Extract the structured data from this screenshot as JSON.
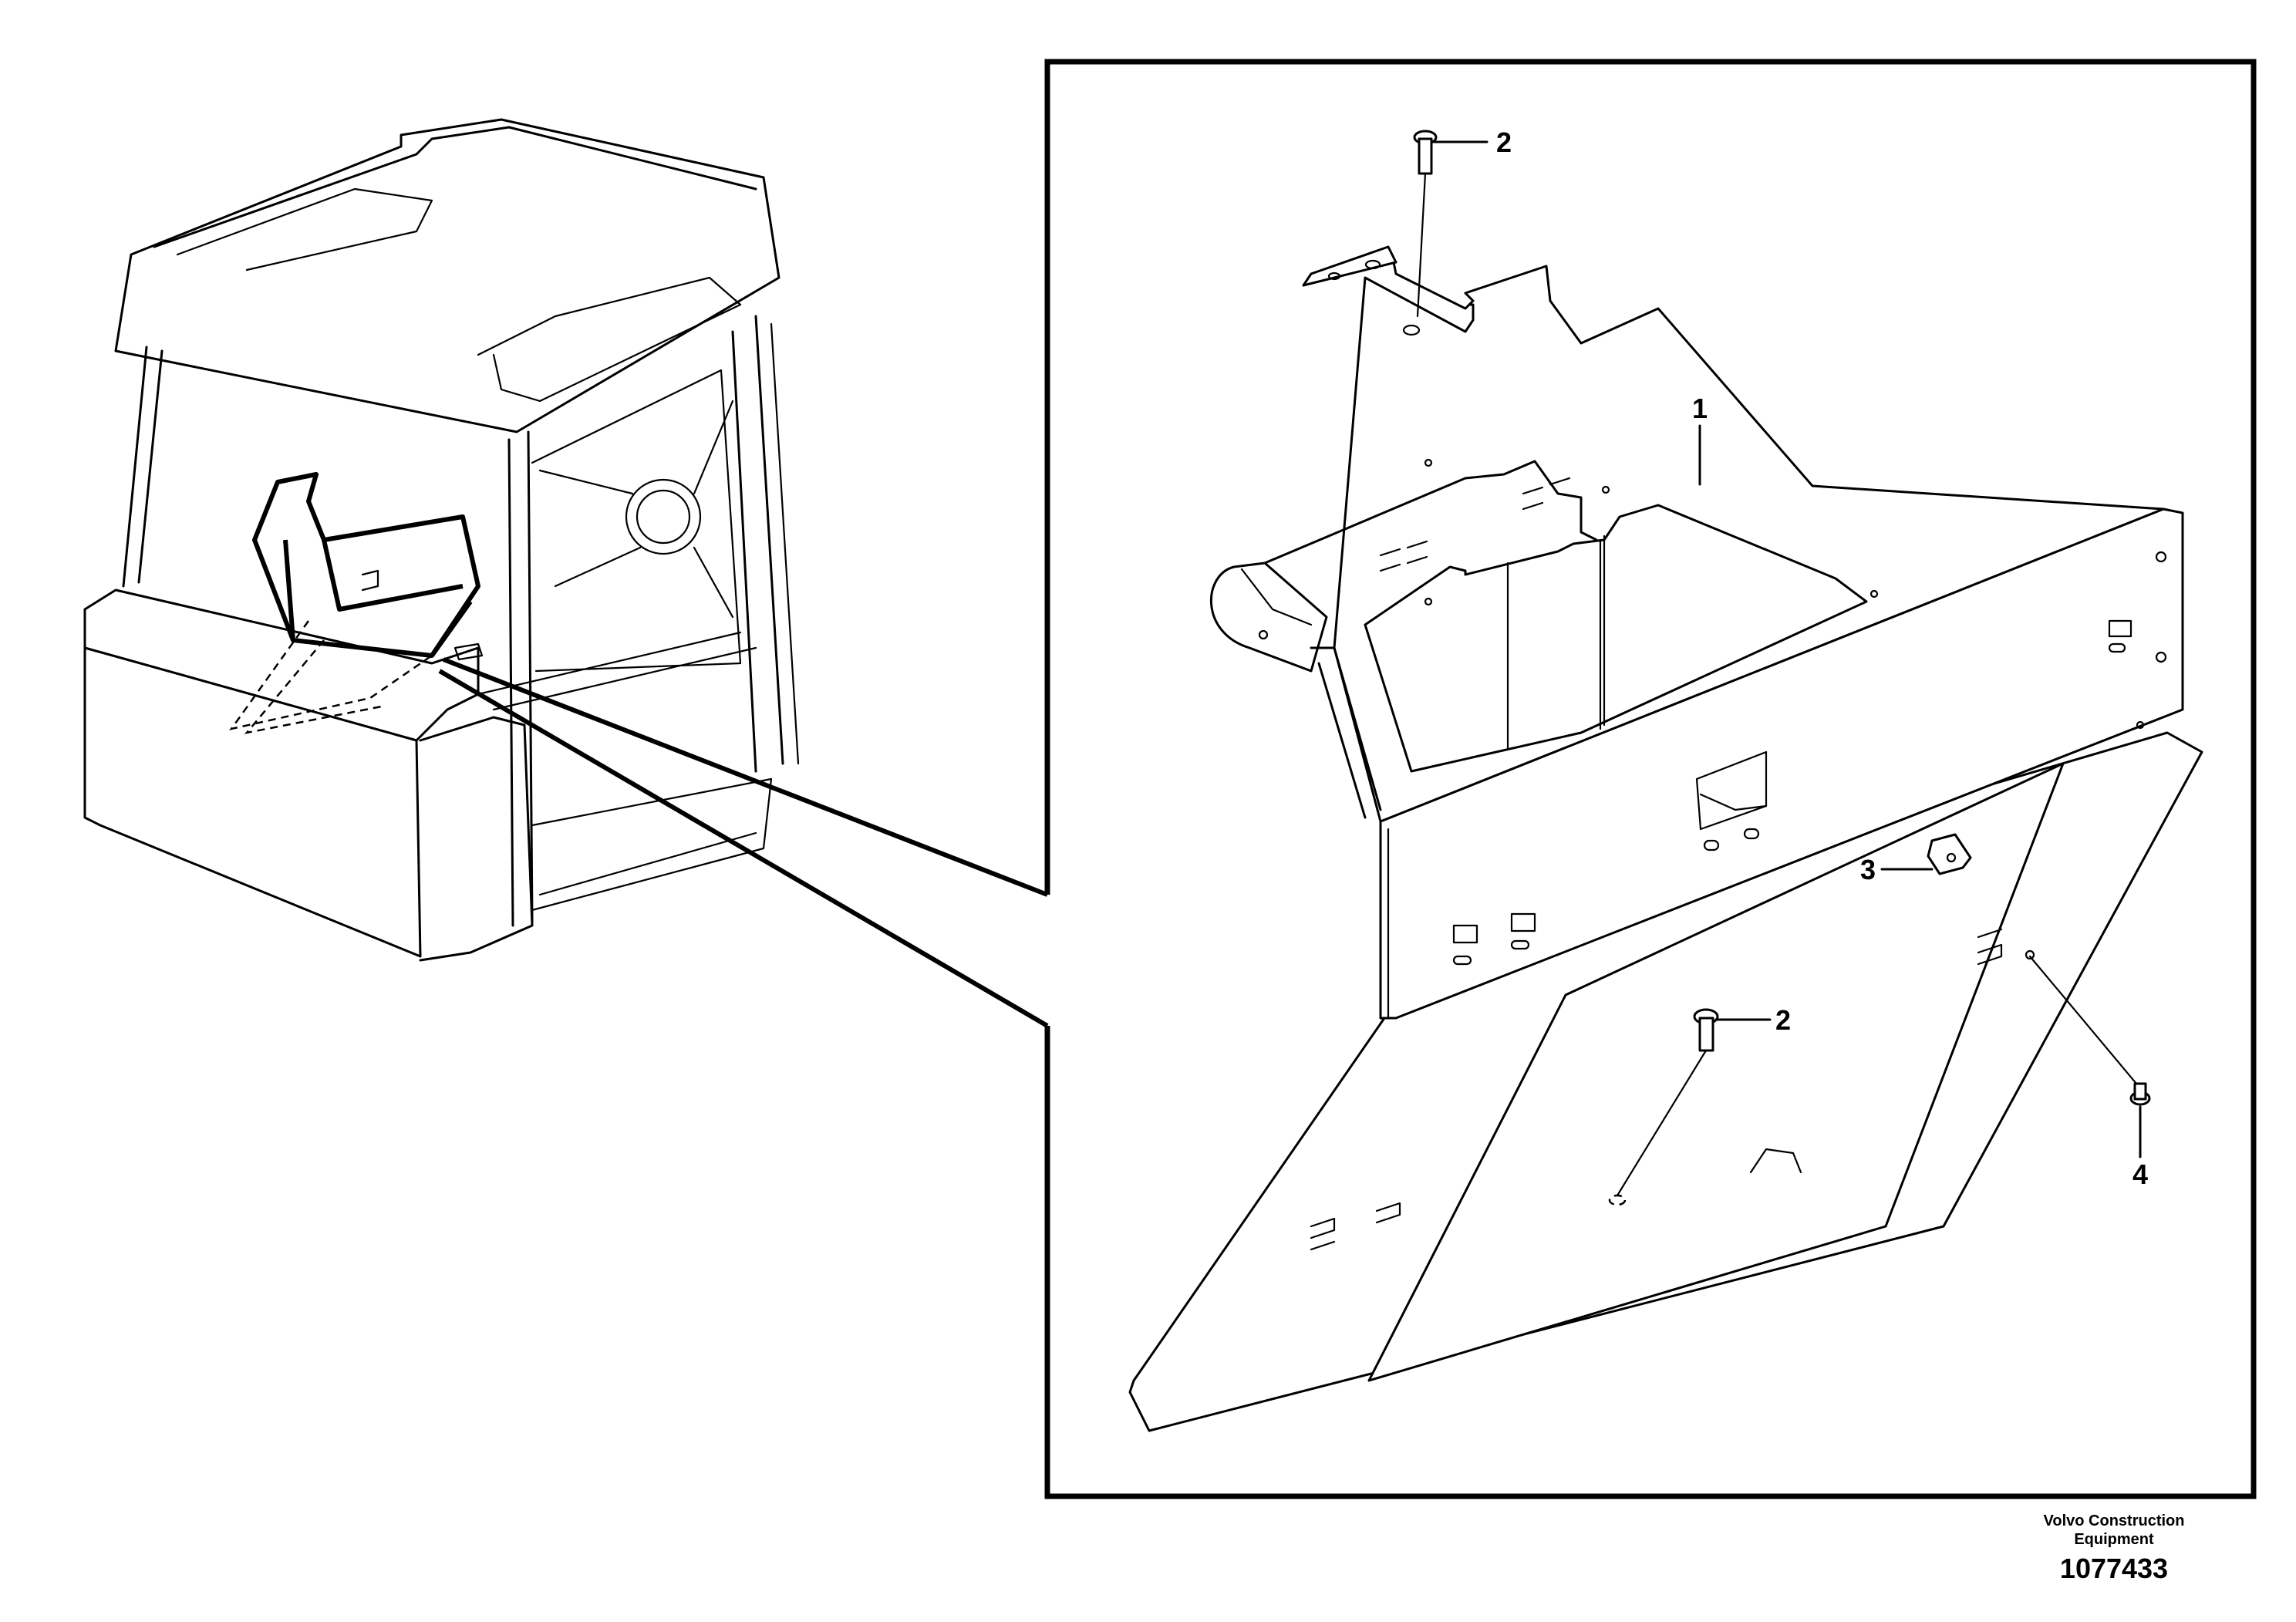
{
  "callouts": {
    "part_1": "1",
    "part_2_top": "2",
    "part_2_bottom": "2",
    "part_3": "3",
    "part_4": "4"
  },
  "footer": {
    "brand_line1": "Volvo Construction",
    "brand_line2": "Equipment",
    "drawing_number": "1077433"
  }
}
